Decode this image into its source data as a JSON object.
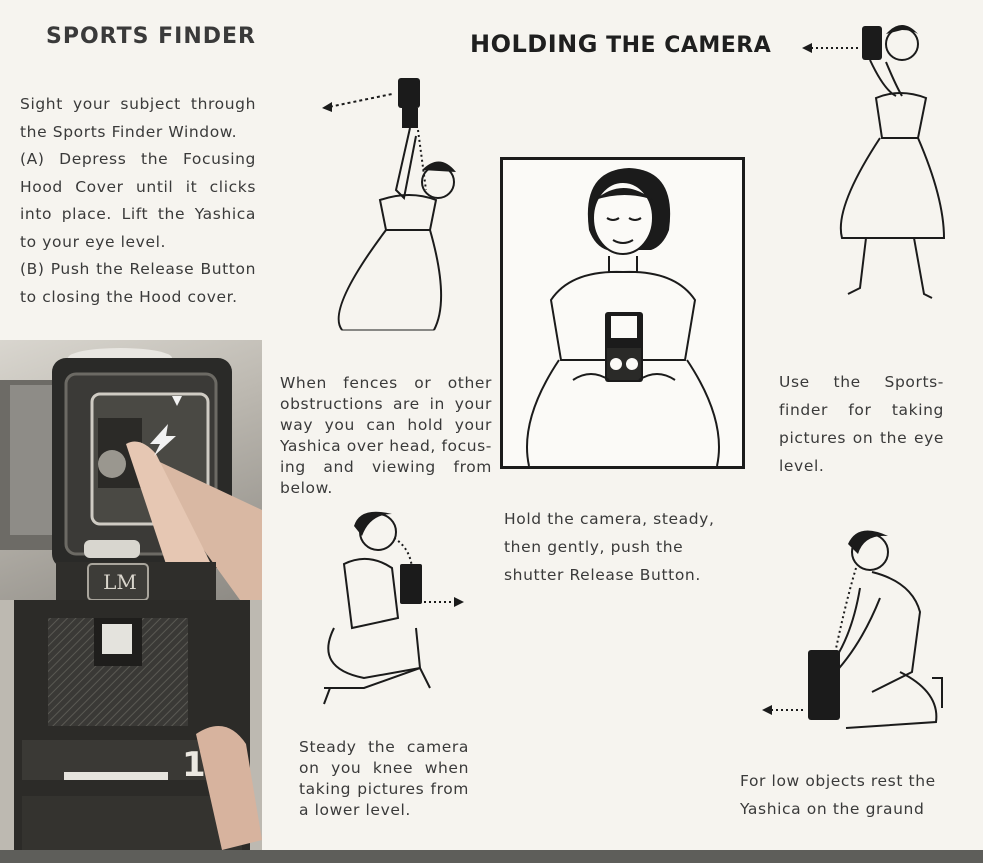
{
  "headings": {
    "left": "SPORTS FINDER",
    "right_part1": "HOLDING",
    "right_part2": "THE",
    "right_part3": "CAMERA"
  },
  "paragraphs": {
    "sports_finder": "Sight your subject through the Sports Finder Window.\n(A) Depress the Focusing Hood Cover until it clicks into place. Lift the Yashica to your eye level.\n(B) Push the Release Button to closing the Hood cover.",
    "fences": "When fences or other obstructions are in your way you can hold your Yashica over head, focus-ing and viewing from below.",
    "hold": "Hold the camera, steady, then gently, push the shutter Release Button.",
    "sportsfinder_eye": "Use the Sports-finder for taking pictures on the eye level.",
    "steady_knee": "Steady the camera on you knee when taking pictures from a lower level.",
    "low_objects": "For low objects rest the Yashica on the graund"
  },
  "photo_labels": {
    "brand_badge": "LM",
    "frame_number": "1"
  },
  "colors": {
    "paper": "#f6f4ef",
    "ink": "#1b1b1b",
    "text": "#3a3a3a",
    "camera_dark": "#2a2a28"
  },
  "icons": {
    "arrow_overhead": "dotted-arrow-left",
    "arrow_eye": "dotted-arrow-left",
    "arrow_knee": "dotted-arrow-right",
    "arrow_ground": "dotted-arrow-left"
  }
}
